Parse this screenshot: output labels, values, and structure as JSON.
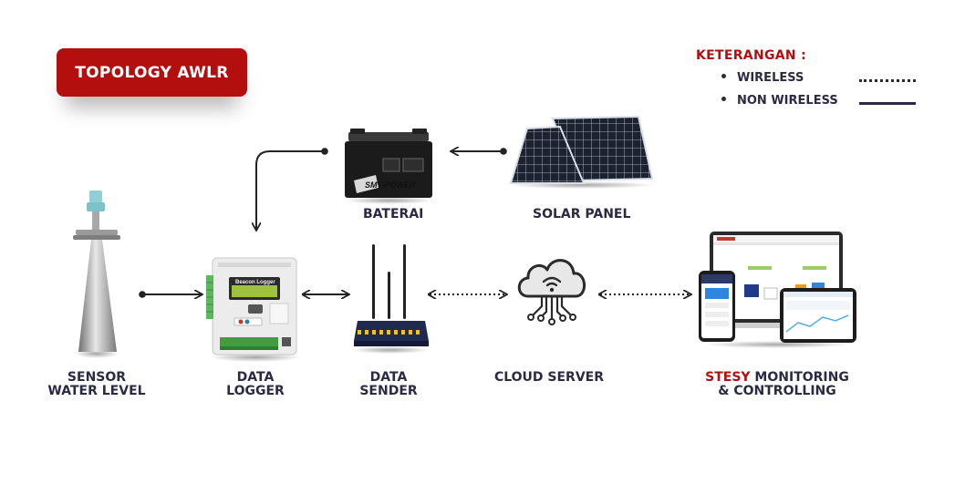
{
  "title": "TOPOLOGY AWLR",
  "legend": {
    "title": "KETERANGAN :",
    "wireless": "WIRELESS",
    "non_wireless": "NON WIRELESS"
  },
  "nodes": {
    "sensor": {
      "line1": "SENSOR",
      "line2": "WATER LEVEL"
    },
    "logger": {
      "line1": "DATA",
      "line2": "LOGGER",
      "screen_text": "Beacon Logger"
    },
    "sender": {
      "line1": "DATA",
      "line2": "SENDER"
    },
    "cloud": {
      "label": "CLOUD SERVER"
    },
    "stesy": {
      "brand": "STESY",
      "line1_rest": " MONITORING",
      "line2": "& CONTROLLING"
    },
    "battery": {
      "label": "BATERAI",
      "brand_text": "SMT-POWER"
    },
    "solar": {
      "label": "SOLAR PANEL"
    }
  },
  "colors": {
    "accent": "#b30f0f",
    "text": "#2a2a45",
    "line": "#222222"
  }
}
